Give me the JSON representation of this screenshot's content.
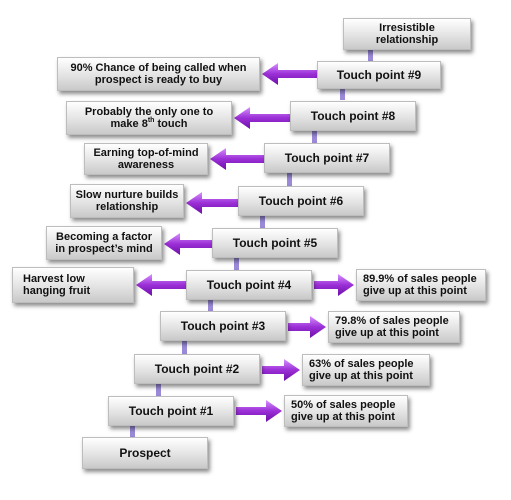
{
  "steps": {
    "top": "Irresistible relationship",
    "tp9": "Touch point #9",
    "tp8": "Touch point #8",
    "tp7": "Touch point #7",
    "tp6": "Touch point #6",
    "tp5": "Touch point #5",
    "tp4": "Touch point #4",
    "tp3": "Touch point #3",
    "tp2": "Touch point #2",
    "tp1": "Touch point #1",
    "bottom": "Prospect"
  },
  "benefits": {
    "b9": "90% Chance of being called when prospect is ready to buy",
    "b8_pre": "Probably the only one to make 8",
    "b8_sup": "th",
    "b8_post": " touch",
    "b7": "Earning top-of-mind awareness",
    "b6": "Slow nurture builds relationship",
    "b5": "Becoming a factor in prospect’s mind",
    "b4": "Harvest low hanging fruit"
  },
  "giveups": {
    "g4": "89.9% of sales people give up at this point",
    "g3": "79.8% of sales people give up at this point",
    "g2": "63% of sales people give up at this point",
    "g1": "50% of sales people give up at this point"
  },
  "colors": {
    "arrow": "#8a1ec4",
    "arrow_light": "#c36cf2",
    "connector": "#8f7fd0"
  }
}
